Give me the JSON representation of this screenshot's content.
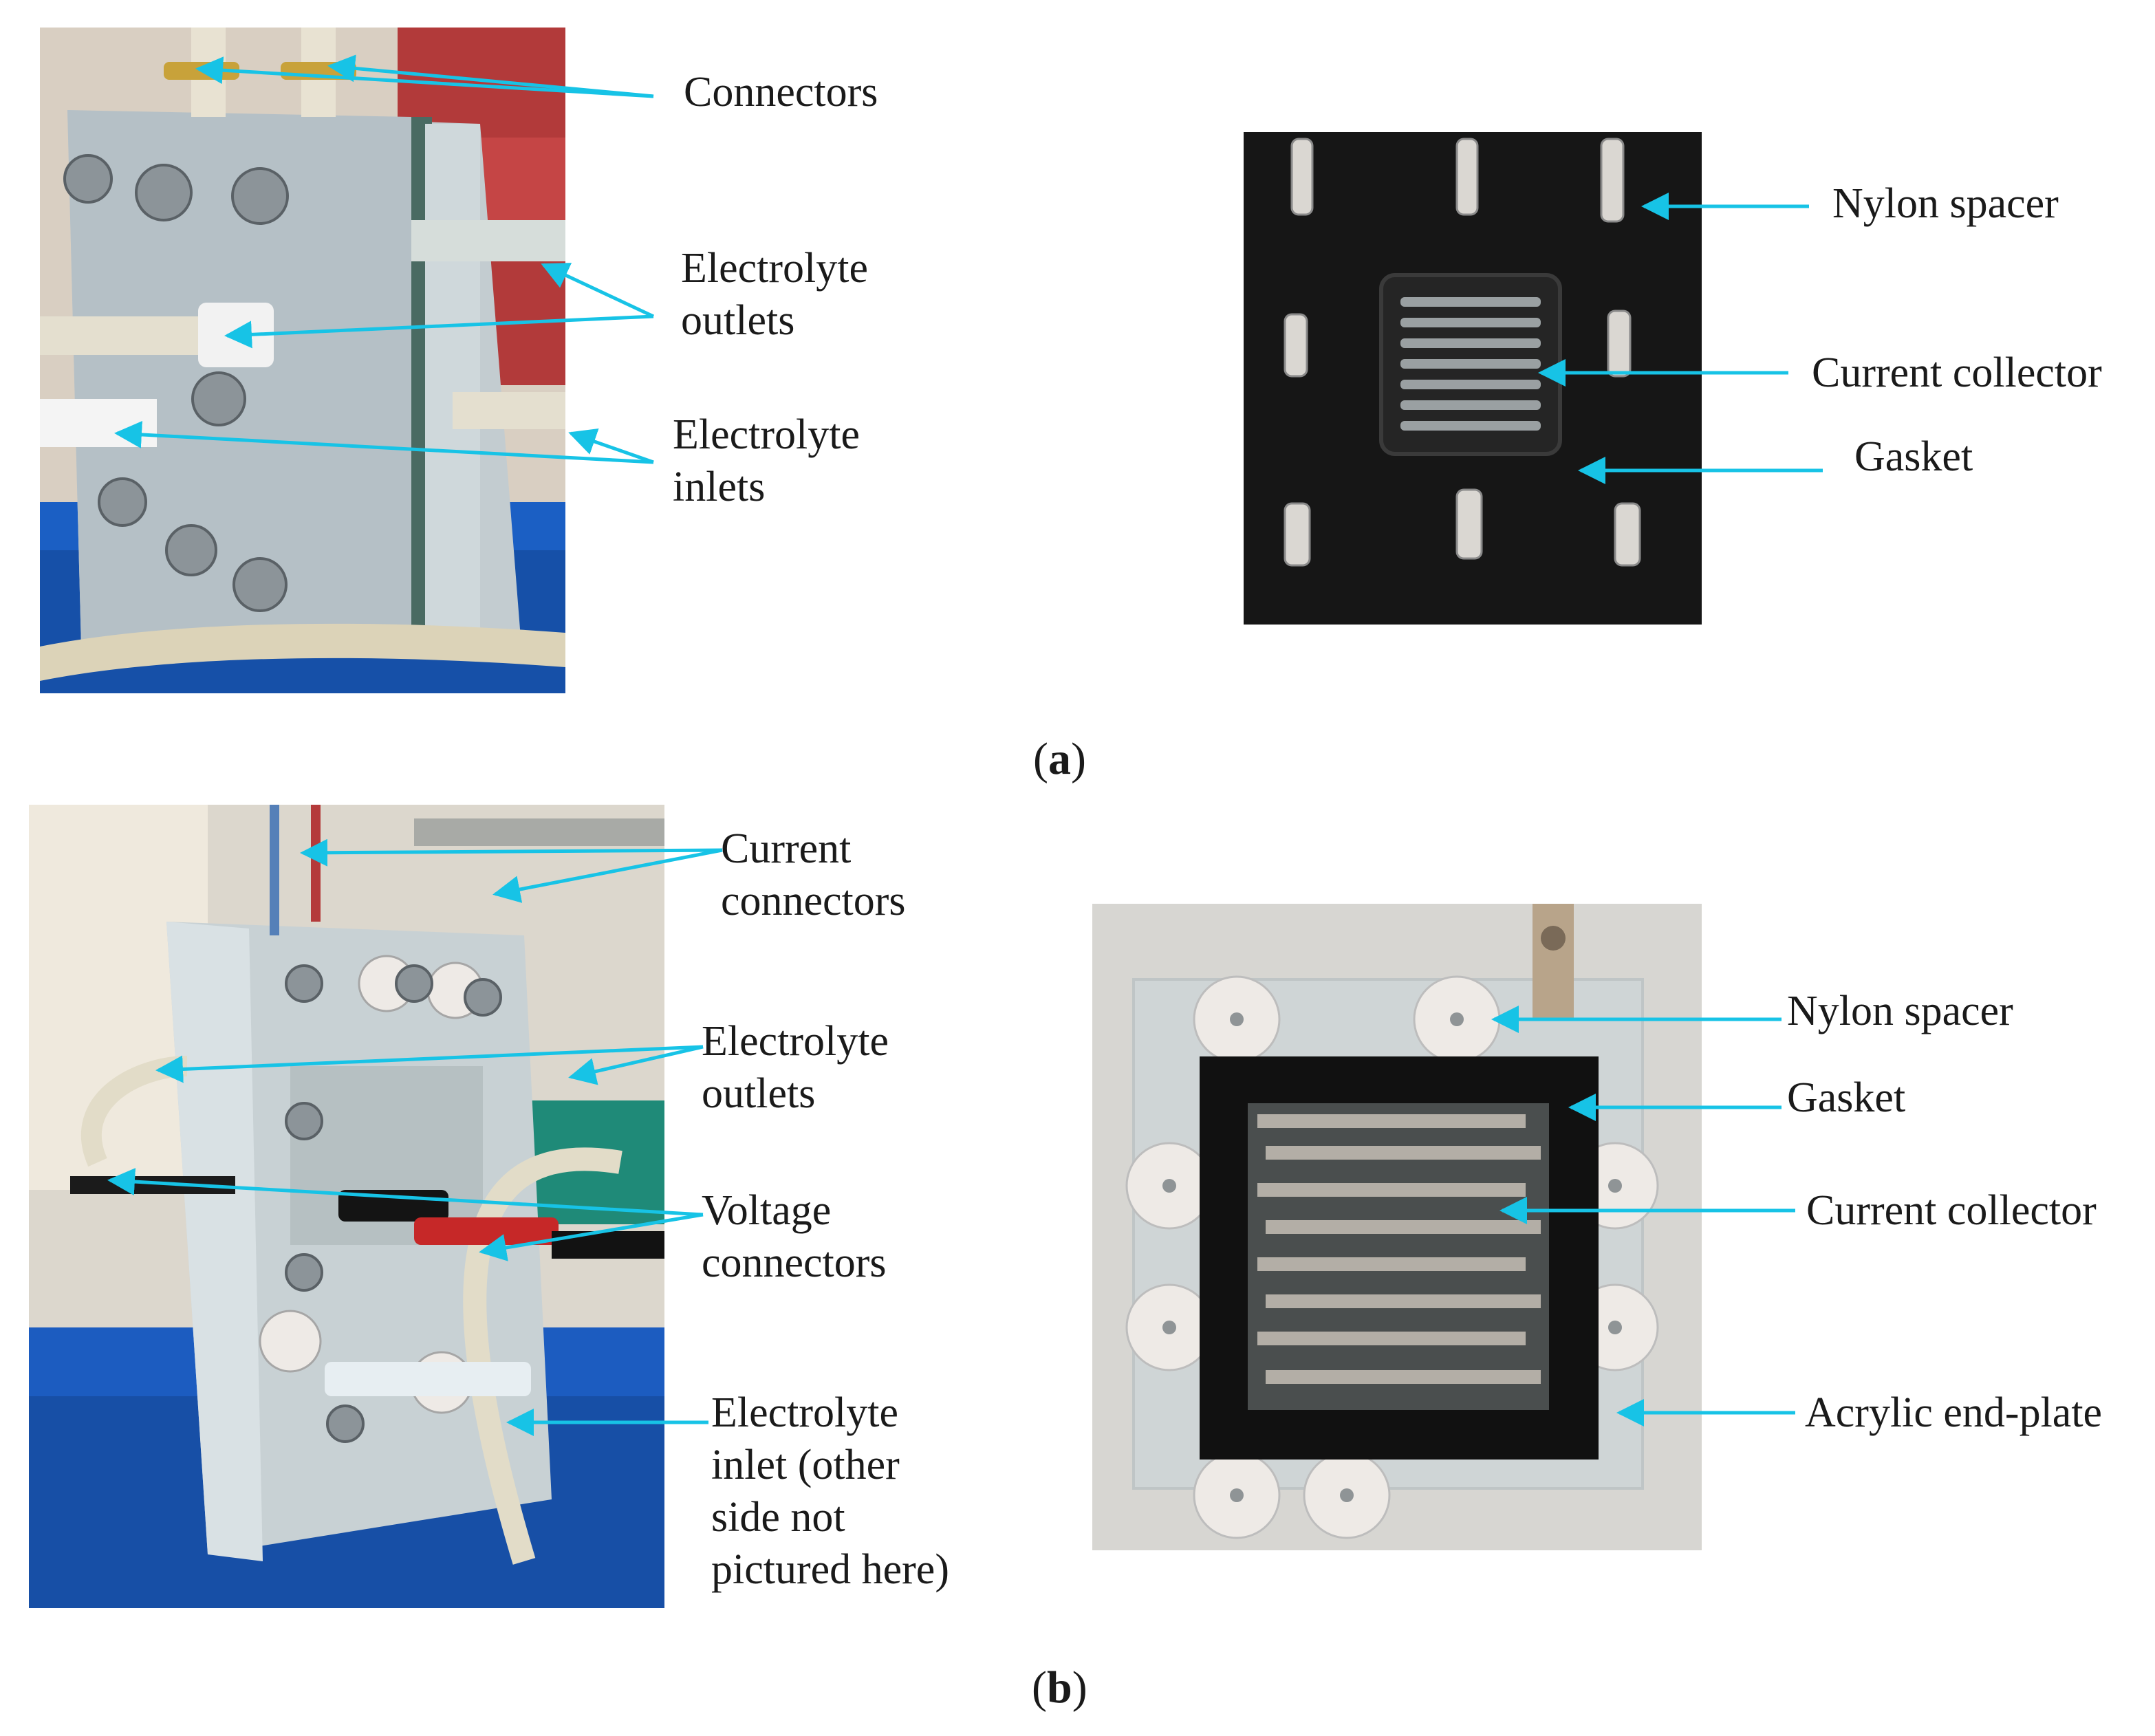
{
  "colors": {
    "arrow": "#17c3e6",
    "blue_tray": "#1b5fc4",
    "acrylic": "#c9d3d6",
    "gasket_black": "#121212",
    "nylon_white": "#eeeae6",
    "background_wall": "#d8d6d2"
  },
  "panel_a": {
    "caption_open": "(",
    "caption_letter": "a",
    "caption_close": ")",
    "left_labels": {
      "connectors": "Connectors",
      "electrolyte_outlets_line1": "Electrolyte",
      "electrolyte_outlets_line2": "outlets",
      "electrolyte_inlets_line1": "Electrolyte",
      "electrolyte_inlets_line2": "inlets"
    },
    "right_labels": {
      "nylon_spacer": "Nylon spacer",
      "current_collector": "Current collector",
      "gasket": "Gasket"
    }
  },
  "panel_b": {
    "caption_open": "(",
    "caption_letter": "b",
    "caption_close": ")",
    "left_labels": {
      "current_connectors_line1": "Current",
      "current_connectors_line2": "connectors",
      "electrolyte_outlets_line1": "Electrolyte",
      "electrolyte_outlets_line2": "outlets",
      "voltage_connectors_line1": "Voltage",
      "voltage_connectors_line2": "connectors",
      "electrolyte_inlet_line1": "Electrolyte",
      "electrolyte_inlet_line2": "inlet (other",
      "electrolyte_inlet_line3": "side not",
      "electrolyte_inlet_line4": "pictured here)"
    },
    "right_labels": {
      "nylon_spacer": "Nylon spacer",
      "gasket": "Gasket",
      "current_collector": "Current collector",
      "acrylic_end_plate": "Acrylic end-plate"
    }
  }
}
